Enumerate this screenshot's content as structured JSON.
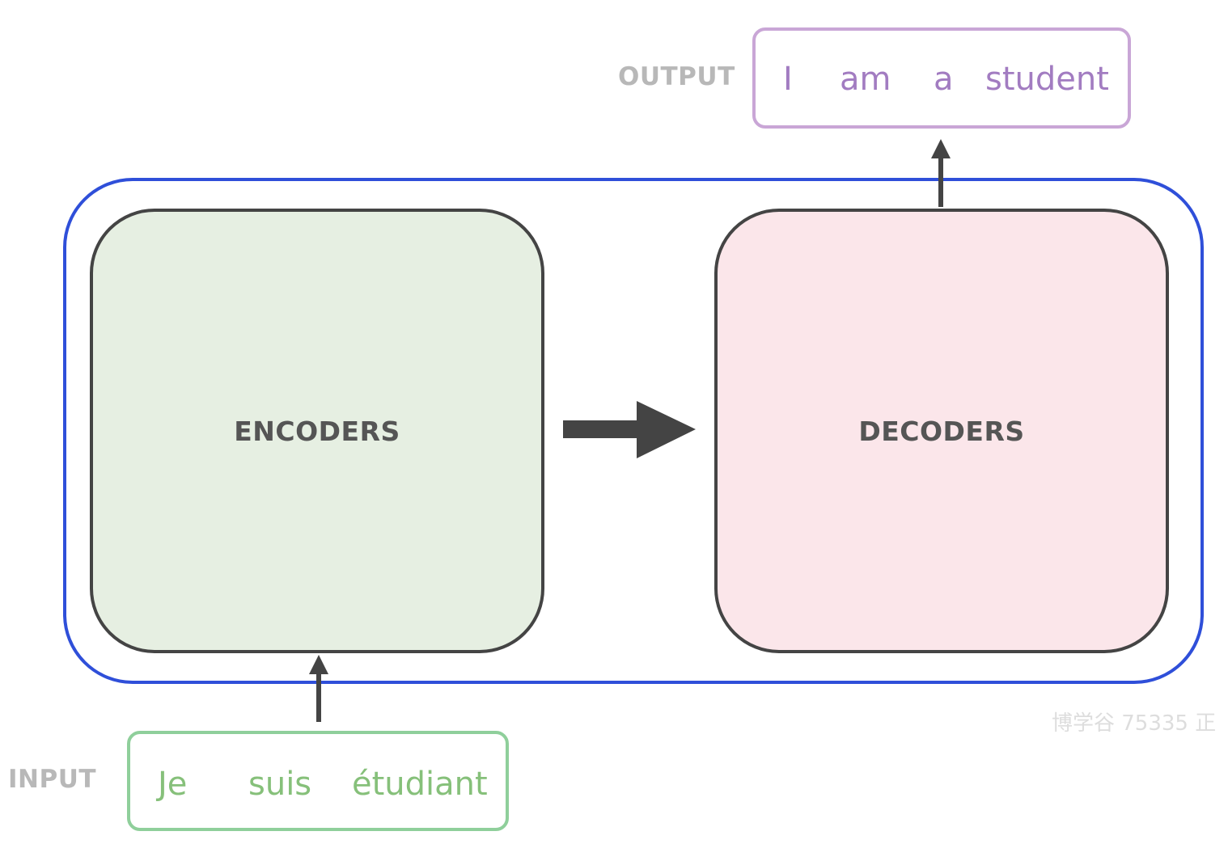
{
  "diagram": {
    "encoders_label": "ENCODERS",
    "decoders_label": "DECODERS",
    "output": {
      "label": "OUTPUT",
      "tokens": [
        "I",
        "am",
        "a",
        "student"
      ]
    },
    "input": {
      "label": "INPUT",
      "tokens": [
        "Je",
        "suis",
        "étudiant"
      ]
    },
    "watermark": "博学谷 75335 正"
  },
  "colors": {
    "outer_border": "#2f4fd9",
    "encoder_fill": "#e6efe2",
    "decoder_fill": "#fbe6ea",
    "stack_border": "#444444",
    "output_border": "#c9a6d6",
    "output_text": "#a27cc1",
    "input_border": "#8fcf9b",
    "input_text": "#86c07a",
    "arrow": "#444444"
  }
}
